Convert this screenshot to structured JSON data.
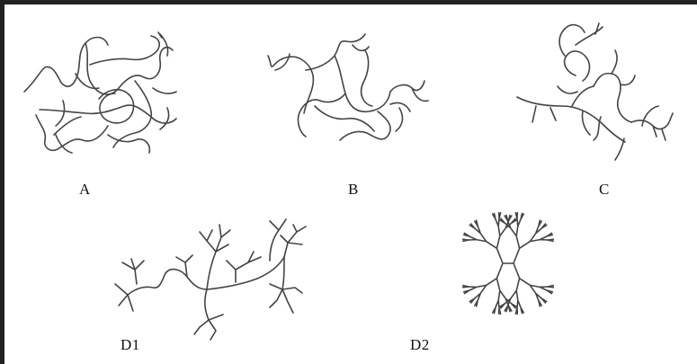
{
  "panels": [
    {
      "id": "A",
      "label": "A"
    },
    {
      "id": "B",
      "label": "B"
    },
    {
      "id": "C",
      "label": "C"
    },
    {
      "id": "D1",
      "label": "D1"
    },
    {
      "id": "D2",
      "label": "D2"
    }
  ],
  "colors": {
    "stroke": "#444444",
    "frame": "#222222",
    "background": "#ffffff"
  }
}
